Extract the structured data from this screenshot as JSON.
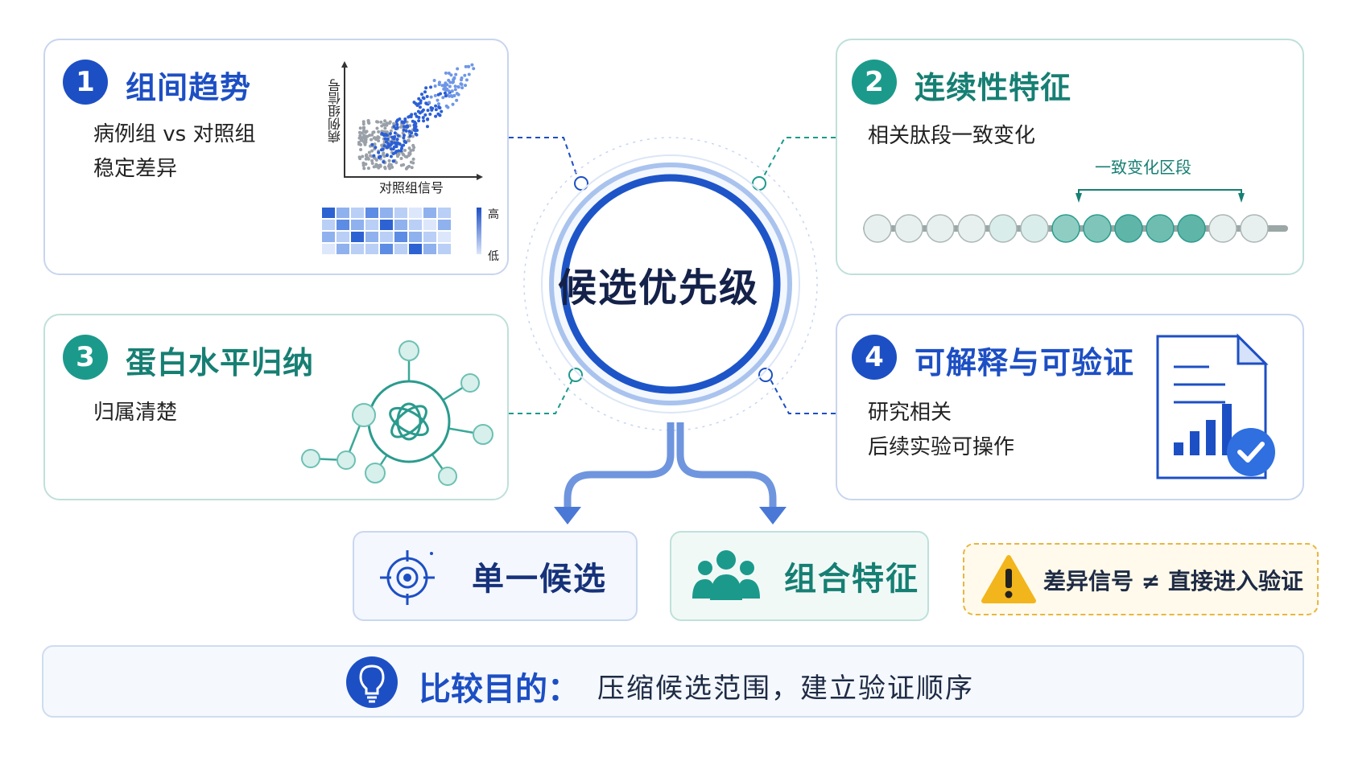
{
  "center": {
    "label": "候选优先级"
  },
  "cards": [
    {
      "num": "1",
      "title": "组间趋势",
      "lines": [
        "病例组 vs 对照组",
        "稳定差异"
      ],
      "scatter": {
        "ylabel": "病例组信号",
        "xlabel": "对照组信号"
      },
      "heatmap": {
        "high": "高",
        "low": "低"
      }
    },
    {
      "num": "2",
      "title": "连续性特征",
      "lines": [
        "相关肽段一致变化"
      ],
      "bracket_label": "一致变化区段"
    },
    {
      "num": "3",
      "title": "蛋白水平归纳",
      "lines": [
        "归属清楚"
      ]
    },
    {
      "num": "4",
      "title": "可解释与可验证",
      "lines": [
        "研究相关",
        "后续实验可操作"
      ]
    }
  ],
  "outputs": [
    {
      "label": "单一候选",
      "icon": "target-icon"
    },
    {
      "label": "组合特征",
      "icon": "group-icon"
    }
  ],
  "warning": {
    "text": "差异信号 ≠ 直接进入验证",
    "icon": "warning-icon"
  },
  "goal": {
    "title": "比较目的：",
    "text": "压缩候选范围，建立验证顺序",
    "icon": "lightbulb-icon"
  },
  "colors": {
    "blue": "#1d4fc4",
    "teal": "#1b9a8c",
    "warning": "#f2b51c"
  }
}
